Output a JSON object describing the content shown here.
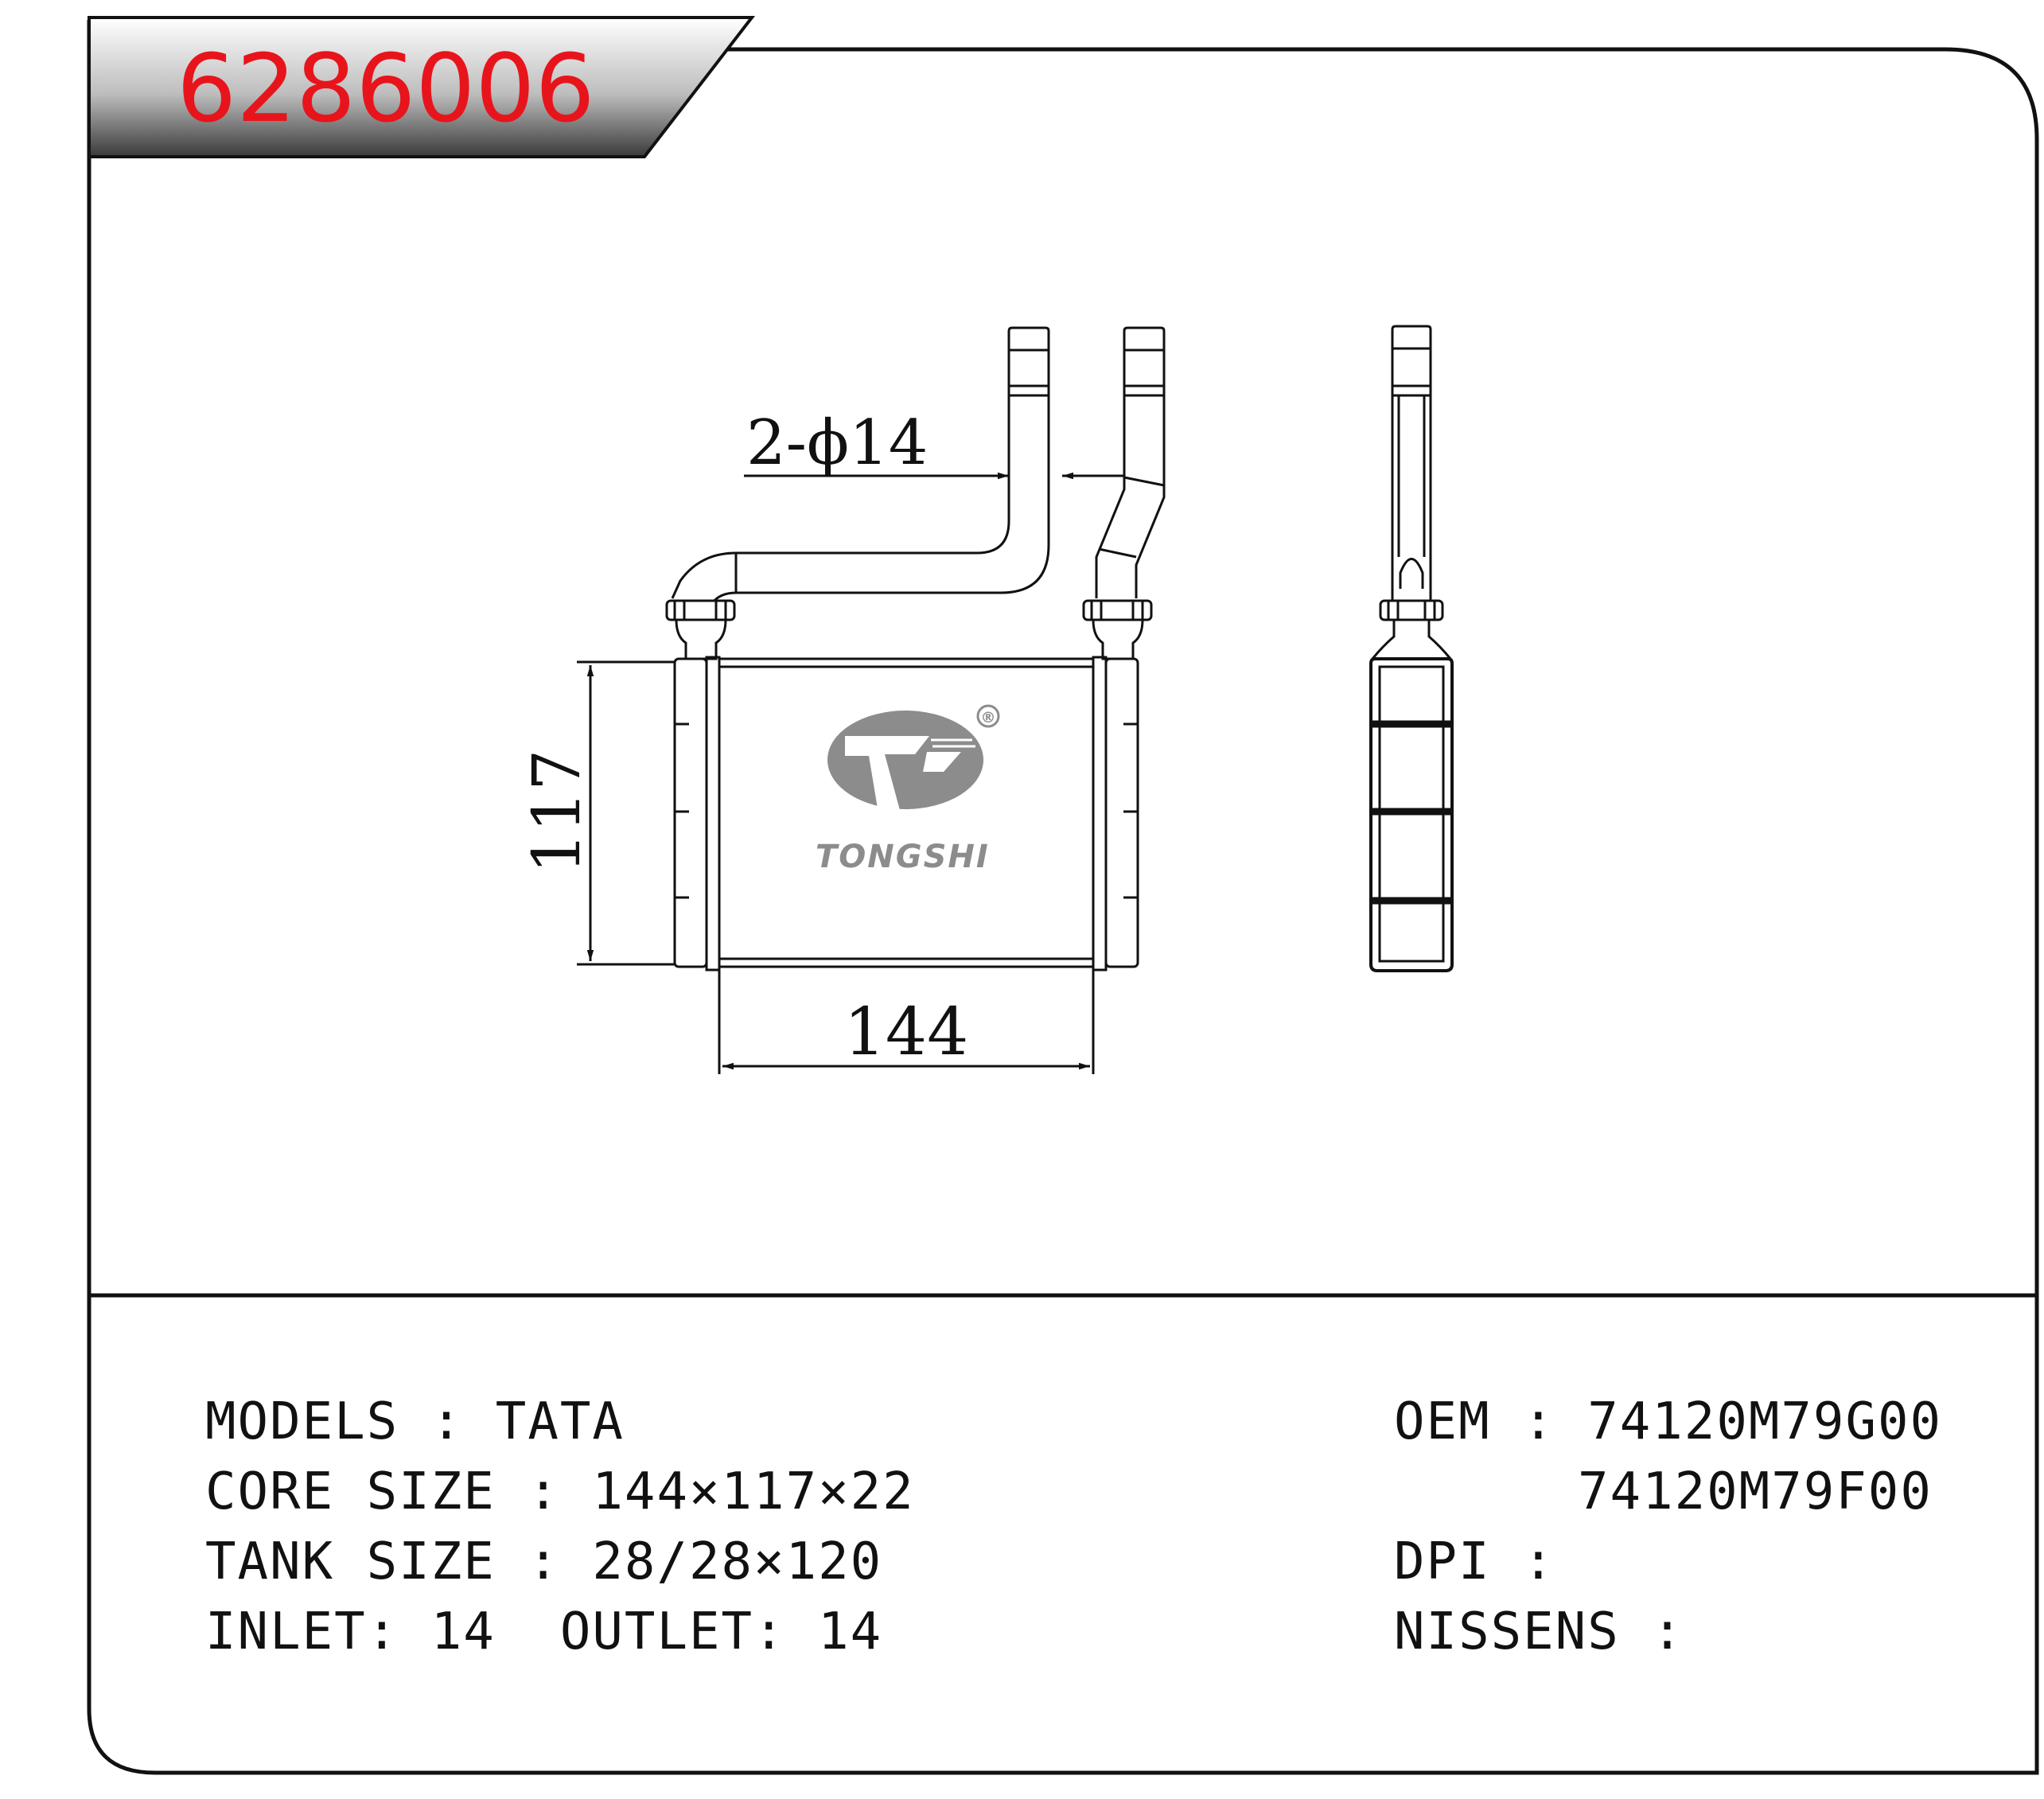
{
  "part_number": "6286006",
  "dimensions": {
    "pipe_label": "2-ϕ14",
    "height_label": "117",
    "width_label": "144"
  },
  "logo": {
    "text": "TONGSHI",
    "mark": "®",
    "icon": "tongshi-logo-icon"
  },
  "specs": {
    "models": "MODELS : TATA",
    "core_size": "CORE SIZE : 144×117×22",
    "tank_size": "TANK SIZE : 28/28×120",
    "inlet_outlet": "INLET: 14  OUTLET: 14",
    "oem": "OEM : 74120M79G00",
    "oem_2": "74120M79F00",
    "dpi": "DPI :",
    "nissens": "NISSENS :"
  },
  "colors": {
    "part_number": "#e8141c",
    "line": "#111111",
    "logo": "#8c8c8c"
  }
}
